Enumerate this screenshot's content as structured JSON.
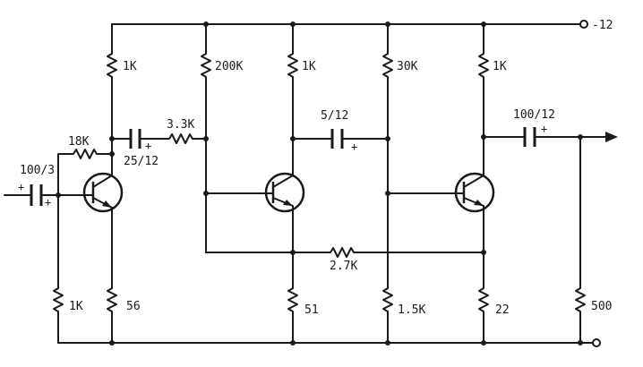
{
  "supply_label": "-12",
  "components": {
    "r_base_top": "1K",
    "r_200k": "200K",
    "r_q2_collector": "1K",
    "r_30k": "30K",
    "r_q3_collector": "1K",
    "r_18k": "18K",
    "r_3_3k": "3.3K",
    "r_feedback": "2.7K",
    "r_input_bottom": "1K",
    "r_q1_emitter": "56",
    "r_q2_emitter": "51",
    "r_1_5k": "1.5K",
    "r_q3_emitter": "22",
    "r_load": "500",
    "c_input": "100/3",
    "c_coupling_1": "25/12",
    "c_coupling_2": "5/12",
    "c_output": "100/12"
  }
}
